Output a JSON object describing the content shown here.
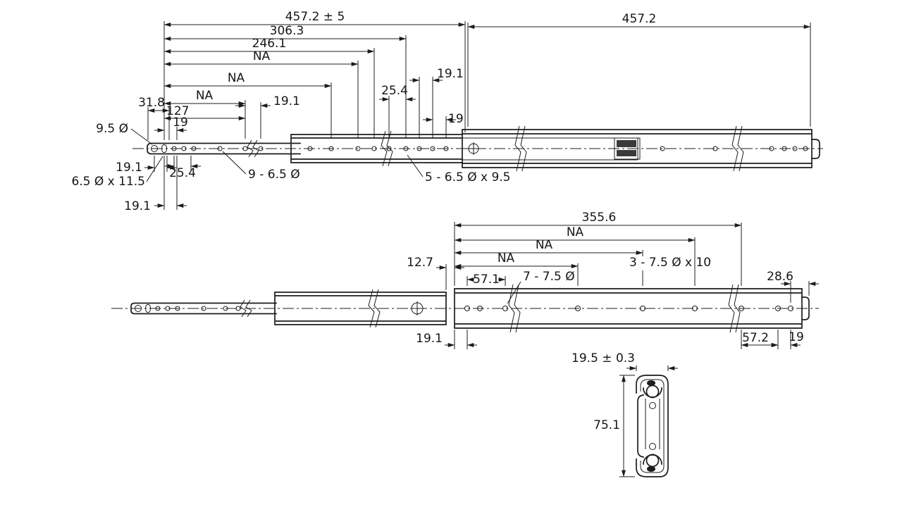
{
  "colors": {
    "ink": "#1c1c1c",
    "background": "#ffffff"
  },
  "top_view": {
    "overall": "457.2 ± 5",
    "overall_right": "457.2",
    "len_306": "306.3",
    "len_246": "246.1",
    "na1": "NA",
    "na2": "NA",
    "na3": "NA",
    "off_31_8": "31.8",
    "len_127": "127",
    "off_19": "19",
    "hole_note_9_5": "9.5 Ø",
    "pitch_19_1": "19.1",
    "pitch_25_4": "25.4",
    "pitch_19_1_r": "19.1",
    "pitch_19_r": "19",
    "below_19_1": "19.1",
    "below_25_4": "25.4",
    "slot_note": "6.5 Ø x 11.5",
    "below_19_1_b": "19.1",
    "holes_note_9": "9 - 6.5 Ø",
    "holes_note_5": "5 - 6.5 Ø x 9.5"
  },
  "middle_view": {
    "len_355": "355.6",
    "na1": "NA",
    "na2": "NA",
    "na3": "NA",
    "off_12_7": "12.7",
    "off_57_1": "57.1",
    "holes_note_7": "7 - 7.5 Ø",
    "holes_note_3": "3 - 7.5 Ø x 10",
    "off_28_6": "28.6",
    "below_19_1": "19.1",
    "below_57_2": "57.2",
    "below_19": "19"
  },
  "section_view": {
    "width": "19.5 ± 0.3",
    "height": "75.1"
  }
}
